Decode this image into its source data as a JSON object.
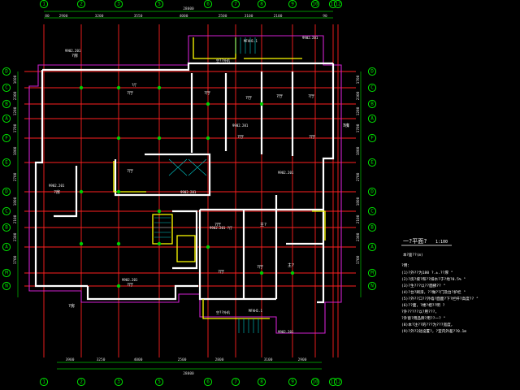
{
  "title": {
    "main": "一?平面?",
    "scale": "1:100",
    "sub": "本?面??(m)"
  },
  "grid": {
    "top": [
      "1",
      "2",
      "3",
      "5",
      "6",
      "7",
      "8",
      "9",
      "10",
      "11",
      "12"
    ],
    "bottom": [
      "1",
      "2",
      "3",
      "5",
      "6",
      "7",
      "8",
      "9",
      "10",
      "11",
      "12"
    ],
    "left": [
      "D",
      "C",
      "B",
      "A",
      "F",
      "E",
      "D",
      "C",
      "B",
      "A",
      "M",
      "N"
    ],
    "right": [
      "D",
      "C",
      "B",
      "A",
      "F",
      "E",
      "D",
      "C",
      "B",
      "A",
      "M",
      "N"
    ]
  },
  "dims": {
    "top_outer": "28000",
    "top": [
      "80",
      "2900",
      "3200",
      "3550",
      "4000",
      "2500",
      "3100",
      "2100",
      "90"
    ],
    "bottom": [
      "3900",
      "3250",
      "4000",
      "2500",
      "2800",
      "3100",
      "2900"
    ],
    "bottom_outer": "28000",
    "left": [
      "1600",
      "2300",
      "1200",
      "1700",
      "1800",
      "2700",
      "1800",
      "2100",
      "2300",
      "1700"
    ],
    "right": [
      "1700",
      "2300",
      "1200",
      "1700",
      "1800",
      "2700",
      "1800",
      "2100",
      "2300",
      "1700"
    ]
  },
  "rooms": [
    {
      "id": "r1",
      "label": "?厅"
    },
    {
      "id": "r2",
      "label": "?厅"
    },
    {
      "id": "r3",
      "label": "?厅"
    },
    {
      "id": "r4",
      "label": "?厅"
    },
    {
      "id": "r5",
      "label": "?厅"
    },
    {
      "id": "r6",
      "label": "?厅"
    },
    {
      "id": "r7",
      "label": "?厅"
    },
    {
      "id": "r8",
      "label": "?厅"
    },
    {
      "id": "r9",
      "label": "?厅"
    },
    {
      "id": "r10",
      "label": "主?"
    },
    {
      "id": "r11",
      "label": "?厅"
    },
    {
      "id": "r12",
      "label": "?厅"
    },
    {
      "id": "r13",
      "label": "主?"
    },
    {
      "id": "r14",
      "label": "?厅"
    },
    {
      "id": "r15",
      "label": "?房"
    },
    {
      "id": "r16",
      "label": "?房"
    },
    {
      "id": "r17",
      "label": "?房"
    },
    {
      "id": "r18",
      "label": "?房"
    }
  ],
  "tags": [
    {
      "id": "t1",
      "text": "9902.201"
    },
    {
      "id": "t2",
      "text": "?厅"
    },
    {
      "id": "t3",
      "text": "9902.201"
    },
    {
      "id": "t4",
      "text": "9902.201"
    },
    {
      "id": "t5",
      "text": "9902.201"
    },
    {
      "id": "t6",
      "text": "9902.201 ?厅"
    },
    {
      "id": "t7",
      "text": "9902.201"
    },
    {
      "id": "t8",
      "text": "9902.201"
    },
    {
      "id": "t9",
      "text": "空??外机"
    },
    {
      "id": "t10",
      "text": "空??外机"
    },
    {
      "id": "t11",
      "text": "1-1"
    },
    {
      "id": "t12",
      "text": "9902.201"
    },
    {
      "id": "t13",
      "text": "9902.201"
    },
    {
      "id": "t14",
      "text": "MFAH1.1"
    },
    {
      "id": "t15",
      "text": "MFAH1.1"
    }
  ],
  "notes": {
    "heading": "?明：",
    "lines": [
      "(1)?外??为180 ?.±.??厚 °",
      "(2)?房?坡?和??排水?于?地?0.5% °",
      "(3)?生???以??面拂?? °",
      "(4)?台?刷漆，??做??门及台?护栏 °",
      "(5)?外??口??外墙?面面?下?栏杆?高度?? °",
      "(6)??面，?楼?相??明 ?",
      "?外?????以?用???，",
      "?外窗?用品牌?用??一? °",
      "(8)本?注??的???为???宽度，",
      "(9)?外?2处设置?，?室内外差??0.1m"
    ]
  },
  "colors": {
    "background": "#000000",
    "walls": "#ffffff",
    "axes": "#ff2020",
    "grid_bubbles": "#00e000",
    "outline": "#d020d0",
    "balcony": "#ffff00",
    "dimensions": "#00c000"
  }
}
